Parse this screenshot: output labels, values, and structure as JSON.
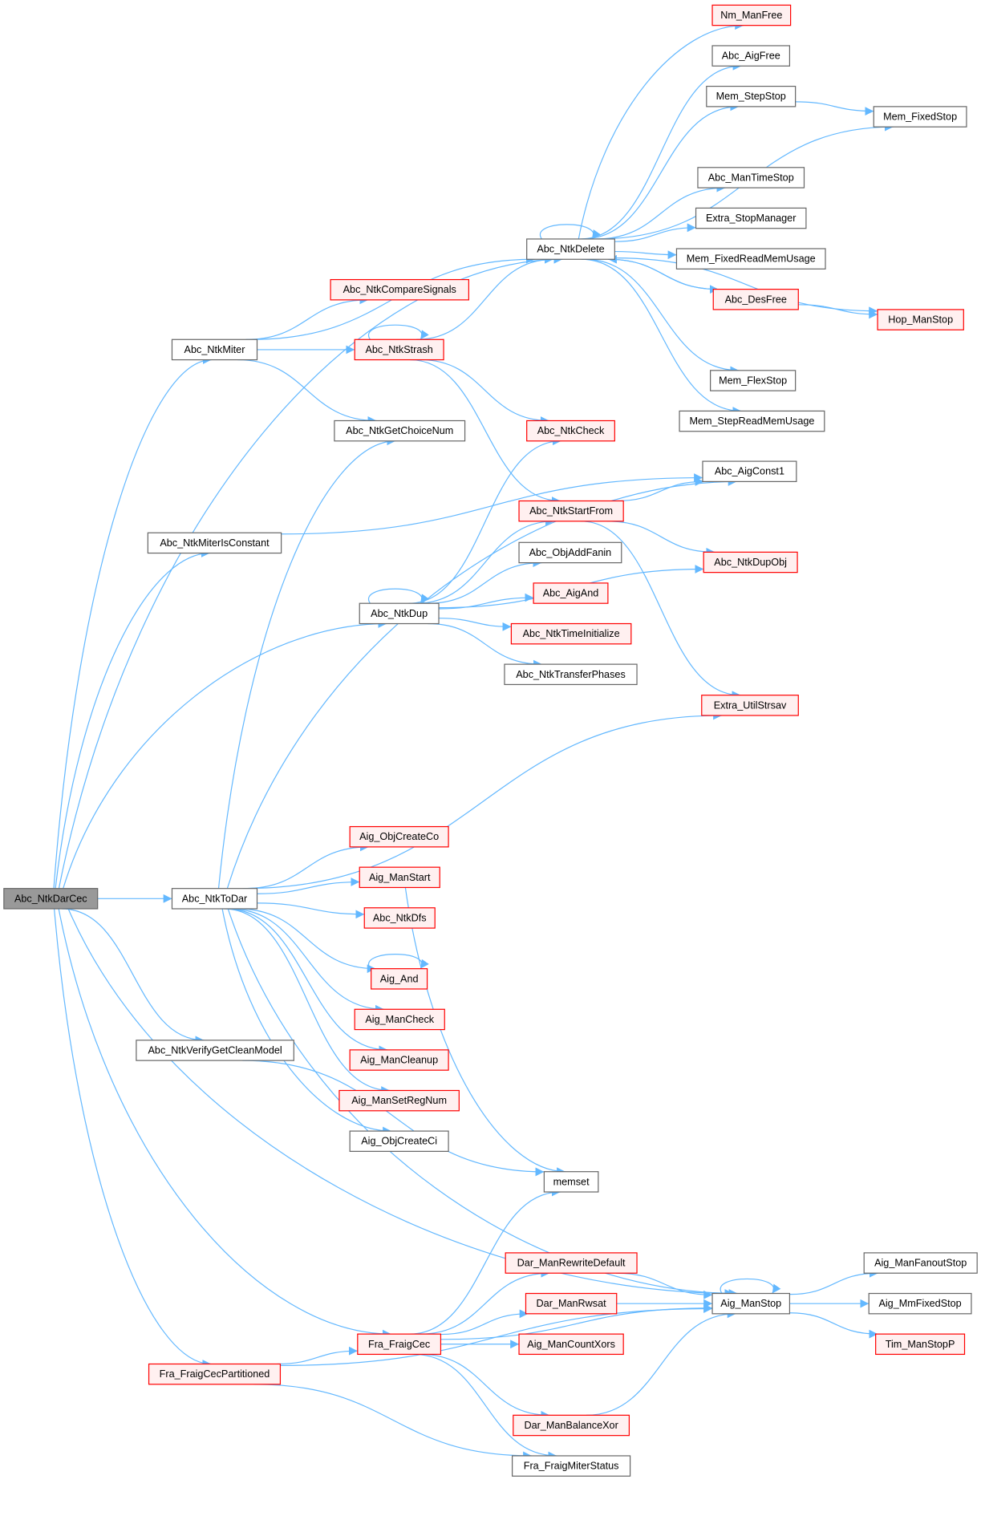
{
  "graph": {
    "type": "call-graph",
    "root": "Abc_NtkDarCec",
    "colors": {
      "edge": "#63b8ff",
      "incomplete_border": "#ff0000",
      "incomplete_fill": "#fff0f0",
      "root_fill": "#999999",
      "border": "#666666"
    },
    "nodes": [
      {
        "id": "Abc_NtkDarCec",
        "label": "Abc_NtkDarCec",
        "state": "root"
      },
      {
        "id": "Abc_NtkToDar",
        "label": "Abc_NtkToDar",
        "state": "normal"
      },
      {
        "id": "Abc_NtkMiter",
        "label": "Abc_NtkMiter",
        "state": "normal"
      },
      {
        "id": "Abc_NtkMiterIsConstant",
        "label": "Abc_NtkMiterIsConstant",
        "state": "normal"
      },
      {
        "id": "Abc_NtkVerifyGetCleanModel",
        "label": "Abc_NtkVerifyGetCleanModel",
        "state": "normal"
      },
      {
        "id": "Fra_FraigCecPartitioned",
        "label": "Fra_FraigCecPartitioned",
        "state": "incomplete"
      },
      {
        "id": "Abc_NtkDelete",
        "label": "Abc_NtkDelete",
        "state": "normal"
      },
      {
        "id": "Abc_NtkCompareSignals",
        "label": "Abc_NtkCompareSignals",
        "state": "incomplete"
      },
      {
        "id": "Abc_NtkStrash",
        "label": "Abc_NtkStrash",
        "state": "incomplete"
      },
      {
        "id": "Abc_NtkGetChoiceNum",
        "label": "Abc_NtkGetChoiceNum",
        "state": "normal"
      },
      {
        "id": "Abc_NtkCheck",
        "label": "Abc_NtkCheck",
        "state": "incomplete"
      },
      {
        "id": "Abc_NtkStartFrom",
        "label": "Abc_NtkStartFrom",
        "state": "incomplete"
      },
      {
        "id": "Abc_NtkDup",
        "label": "Abc_NtkDup",
        "state": "normal"
      },
      {
        "id": "Abc_ObjAddFanin",
        "label": "Abc_ObjAddFanin",
        "state": "normal"
      },
      {
        "id": "Abc_AigAnd",
        "label": "Abc_AigAnd",
        "state": "incomplete"
      },
      {
        "id": "Abc_NtkTimeInitialize",
        "label": "Abc_NtkTimeInitialize",
        "state": "incomplete"
      },
      {
        "id": "Abc_NtkTransferPhases",
        "label": "Abc_NtkTransferPhases",
        "state": "normal"
      },
      {
        "id": "Extra_UtilStrsav",
        "label": "Extra_UtilStrsav",
        "state": "incomplete"
      },
      {
        "id": "Nm_ManFree",
        "label": "Nm_ManFree",
        "state": "incomplete"
      },
      {
        "id": "Abc_AigFree",
        "label": "Abc_AigFree",
        "state": "normal"
      },
      {
        "id": "Mem_StepStop",
        "label": "Mem_StepStop",
        "state": "normal"
      },
      {
        "id": "Mem_FixedStop",
        "label": "Mem_FixedStop",
        "state": "normal"
      },
      {
        "id": "Abc_ManTimeStop",
        "label": "Abc_ManTimeStop",
        "state": "normal"
      },
      {
        "id": "Extra_StopManager",
        "label": "Extra_StopManager",
        "state": "normal"
      },
      {
        "id": "Mem_FixedReadMemUsage",
        "label": "Mem_FixedReadMemUsage",
        "state": "normal"
      },
      {
        "id": "Abc_DesFree",
        "label": "Abc_DesFree",
        "state": "incomplete"
      },
      {
        "id": "Hop_ManStop",
        "label": "Hop_ManStop",
        "state": "incomplete"
      },
      {
        "id": "Mem_FlexStop",
        "label": "Mem_FlexStop",
        "state": "normal"
      },
      {
        "id": "Mem_StepReadMemUsage",
        "label": "Mem_StepReadMemUsage",
        "state": "normal"
      },
      {
        "id": "Abc_AigConst1",
        "label": "Abc_AigConst1",
        "state": "normal"
      },
      {
        "id": "Abc_NtkDupObj",
        "label": "Abc_NtkDupObj",
        "state": "incomplete"
      },
      {
        "id": "Aig_ObjCreateCo",
        "label": "Aig_ObjCreateCo",
        "state": "incomplete"
      },
      {
        "id": "Aig_ManStart",
        "label": "Aig_ManStart",
        "state": "incomplete"
      },
      {
        "id": "Abc_NtkDfs",
        "label": "Abc_NtkDfs",
        "state": "incomplete"
      },
      {
        "id": "Aig_And",
        "label": "Aig_And",
        "state": "incomplete"
      },
      {
        "id": "Aig_ManCheck",
        "label": "Aig_ManCheck",
        "state": "incomplete"
      },
      {
        "id": "Aig_ManCleanup",
        "label": "Aig_ManCleanup",
        "state": "incomplete"
      },
      {
        "id": "Aig_ManSetRegNum",
        "label": "Aig_ManSetRegNum",
        "state": "incomplete"
      },
      {
        "id": "Aig_ObjCreateCi",
        "label": "Aig_ObjCreateCi",
        "state": "normal"
      },
      {
        "id": "memset",
        "label": "memset",
        "state": "normal"
      },
      {
        "id": "Dar_ManRewriteDefault",
        "label": "Dar_ManRewriteDefault",
        "state": "incomplete"
      },
      {
        "id": "Dar_ManRwsat",
        "label": "Dar_ManRwsat",
        "state": "incomplete"
      },
      {
        "id": "Aig_ManCountXors",
        "label": "Aig_ManCountXors",
        "state": "incomplete"
      },
      {
        "id": "Dar_ManBalanceXor",
        "label": "Dar_ManBalanceXor",
        "state": "incomplete"
      },
      {
        "id": "Fra_FraigMiterStatus",
        "label": "Fra_FraigMiterStatus",
        "state": "normal"
      },
      {
        "id": "Fra_FraigCec",
        "label": "Fra_FraigCec",
        "state": "incomplete"
      },
      {
        "id": "Aig_ManStop",
        "label": "Aig_ManStop",
        "state": "normal"
      },
      {
        "id": "Aig_ManFanoutStop",
        "label": "Aig_ManFanoutStop",
        "state": "normal"
      },
      {
        "id": "Aig_MmFixedStop",
        "label": "Aig_MmFixedStop",
        "state": "normal"
      },
      {
        "id": "Tim_ManStopP",
        "label": "Tim_ManStopP",
        "state": "incomplete"
      }
    ],
    "edges": [
      [
        "Abc_NtkDarCec",
        "Abc_NtkDelete"
      ],
      [
        "Abc_NtkDarCec",
        "Abc_NtkMiter"
      ],
      [
        "Abc_NtkDarCec",
        "Abc_NtkMiterIsConstant"
      ],
      [
        "Abc_NtkDarCec",
        "Abc_NtkDup"
      ],
      [
        "Abc_NtkDarCec",
        "Abc_NtkToDar"
      ],
      [
        "Abc_NtkDarCec",
        "Abc_NtkVerifyGetCleanModel"
      ],
      [
        "Abc_NtkDarCec",
        "Aig_ManStop"
      ],
      [
        "Abc_NtkDarCec",
        "Fra_FraigCec"
      ],
      [
        "Abc_NtkDarCec",
        "Fra_FraigCecPartitioned"
      ],
      [
        "Abc_NtkMiter",
        "Abc_NtkDelete"
      ],
      [
        "Abc_NtkMiter",
        "Abc_NtkCompareSignals"
      ],
      [
        "Abc_NtkMiter",
        "Abc_NtkStrash"
      ],
      [
        "Abc_NtkMiter",
        "Abc_NtkGetChoiceNum"
      ],
      [
        "Abc_NtkMiterIsConstant",
        "Abc_AigConst1"
      ],
      [
        "Abc_NtkStrash",
        "Abc_NtkDelete"
      ],
      [
        "Abc_NtkStrash",
        "Abc_NtkStrash"
      ],
      [
        "Abc_NtkStrash",
        "Abc_NtkCheck"
      ],
      [
        "Abc_NtkStrash",
        "Abc_NtkStartFrom"
      ],
      [
        "Abc_NtkDelete",
        "Nm_ManFree"
      ],
      [
        "Abc_NtkDelete",
        "Abc_AigFree"
      ],
      [
        "Abc_NtkDelete",
        "Mem_StepStop"
      ],
      [
        "Abc_NtkDelete",
        "Mem_FixedStop"
      ],
      [
        "Abc_NtkDelete",
        "Abc_ManTimeStop"
      ],
      [
        "Abc_NtkDelete",
        "Extra_StopManager"
      ],
      [
        "Abc_NtkDelete",
        "Mem_FixedReadMemUsage"
      ],
      [
        "Abc_NtkDelete",
        "Abc_DesFree"
      ],
      [
        "Abc_NtkDelete",
        "Hop_ManStop"
      ],
      [
        "Abc_NtkDelete",
        "Mem_FlexStop"
      ],
      [
        "Abc_NtkDelete",
        "Mem_StepReadMemUsage"
      ],
      [
        "Abc_NtkDelete",
        "Abc_NtkDelete"
      ],
      [
        "Mem_StepStop",
        "Mem_FixedStop"
      ],
      [
        "Abc_DesFree",
        "Abc_NtkDelete"
      ],
      [
        "Abc_DesFree",
        "Hop_ManStop"
      ],
      [
        "Abc_NtkStartFrom",
        "Abc_AigConst1"
      ],
      [
        "Abc_NtkStartFrom",
        "Abc_NtkDupObj"
      ],
      [
        "Abc_NtkStartFrom",
        "Extra_UtilStrsav"
      ],
      [
        "Abc_NtkDup",
        "Abc_NtkCheck"
      ],
      [
        "Abc_NtkDup",
        "Abc_NtkStartFrom"
      ],
      [
        "Abc_NtkDup",
        "Abc_ObjAddFanin"
      ],
      [
        "Abc_NtkDup",
        "Abc_AigAnd"
      ],
      [
        "Abc_NtkDup",
        "Abc_NtkTimeInitialize"
      ],
      [
        "Abc_NtkDup",
        "Abc_NtkTransferPhases"
      ],
      [
        "Abc_NtkDup",
        "Abc_NtkDupObj"
      ],
      [
        "Abc_NtkDup",
        "Abc_NtkDup"
      ],
      [
        "Abc_NtkToDar",
        "Abc_NtkGetChoiceNum"
      ],
      [
        "Abc_NtkToDar",
        "Abc_AigConst1"
      ],
      [
        "Abc_NtkToDar",
        "Extra_UtilStrsav"
      ],
      [
        "Abc_NtkToDar",
        "Aig_ManStop"
      ],
      [
        "Abc_NtkToDar",
        "Aig_ObjCreateCo"
      ],
      [
        "Abc_NtkToDar",
        "Aig_ManStart"
      ],
      [
        "Abc_NtkToDar",
        "Abc_NtkDfs"
      ],
      [
        "Abc_NtkToDar",
        "Aig_And"
      ],
      [
        "Abc_NtkToDar",
        "Aig_ManCheck"
      ],
      [
        "Abc_NtkToDar",
        "Aig_ManCleanup"
      ],
      [
        "Abc_NtkToDar",
        "Aig_ManSetRegNum"
      ],
      [
        "Abc_NtkToDar",
        "Aig_ObjCreateCi"
      ],
      [
        "Aig_And",
        "Aig_And"
      ],
      [
        "Aig_ManStart",
        "memset"
      ],
      [
        "Abc_NtkVerifyGetCleanModel",
        "memset"
      ],
      [
        "Fra_FraigCec",
        "memset"
      ],
      [
        "Fra_FraigCec",
        "Dar_ManRewriteDefault"
      ],
      [
        "Fra_FraigCec",
        "Dar_ManRwsat"
      ],
      [
        "Fra_FraigCec",
        "Aig_ManCountXors"
      ],
      [
        "Fra_FraigCec",
        "Aig_ManStop"
      ],
      [
        "Fra_FraigCec",
        "Dar_ManBalanceXor"
      ],
      [
        "Fra_FraigCec",
        "Fra_FraigMiterStatus"
      ],
      [
        "Fra_FraigCecPartitioned",
        "Fra_FraigCec"
      ],
      [
        "Fra_FraigCecPartitioned",
        "Fra_FraigMiterStatus"
      ],
      [
        "Fra_FraigCecPartitioned",
        "Aig_ManStop"
      ],
      [
        "Dar_ManRewriteDefault",
        "Aig_ManStop"
      ],
      [
        "Dar_ManRwsat",
        "Aig_ManStop"
      ],
      [
        "Dar_ManBalanceXor",
        "Aig_ManStop"
      ],
      [
        "Aig_ManStop",
        "Aig_ManFanoutStop"
      ],
      [
        "Aig_ManStop",
        "Aig_MmFixedStop"
      ],
      [
        "Aig_ManStop",
        "Tim_ManStopP"
      ],
      [
        "Aig_ManStop",
        "Aig_ManStop"
      ]
    ]
  }
}
